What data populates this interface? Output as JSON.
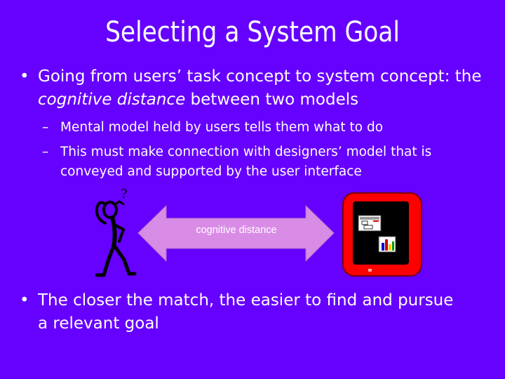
{
  "slide": {
    "title": "Selecting a System Goal",
    "bullet_symbol": "•",
    "dash_symbol": "–",
    "bullet1": {
      "pre": "Going from users’ task concept to system concept: the ",
      "emph": "cognitive distance",
      "post": " between two models"
    },
    "sub1": "Mental model held by users tells them what to do",
    "sub2": "This must make connection with designers’ model that is conveyed and supported by the user interface",
    "figure": {
      "question_mark": "?",
      "arrow_label": "cognitive distance"
    },
    "bullet2": "The closer the match, the easier to find and pursue a relevant goal"
  },
  "colors": {
    "background": "#6600ff",
    "text": "#ffffff",
    "arrow_fill": "#d98ce6",
    "monitor_frame": "#ff0000",
    "screen": "#000000"
  }
}
